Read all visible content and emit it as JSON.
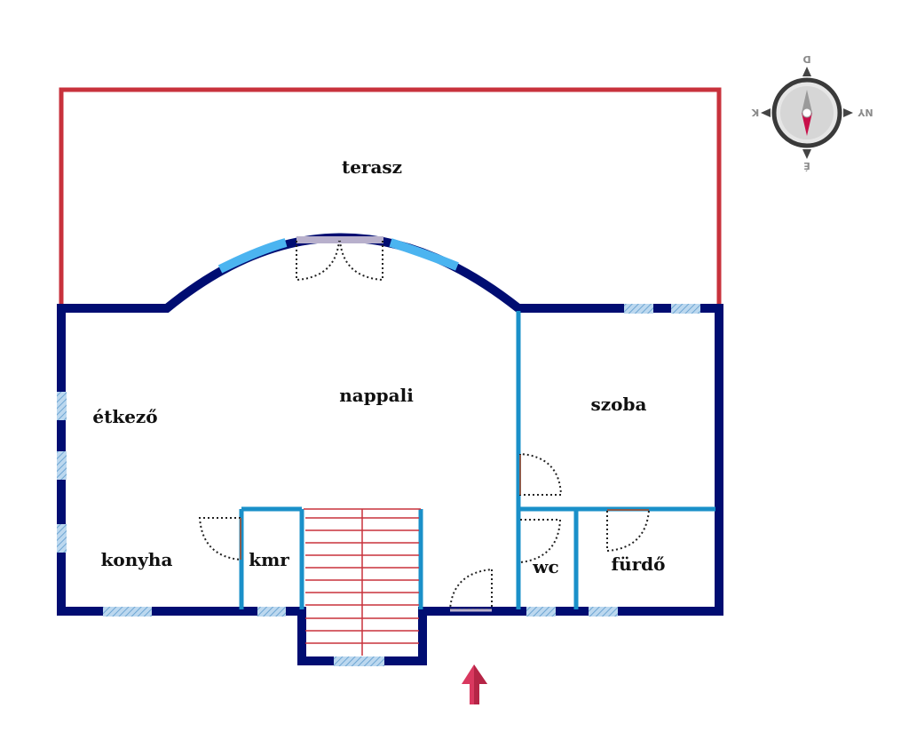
{
  "rooms": {
    "terasz": "terasz",
    "nappali": "nappali",
    "etkezo": "étkező",
    "szoba": "szoba",
    "konyha": "konyha",
    "kmr": "kmr",
    "wc": "wc",
    "furdo": "fürdő"
  },
  "compass": {
    "north": "D",
    "south": "É",
    "west": "K",
    "east": "NY"
  },
  "colors": {
    "outer_wall": "#000d72",
    "inner_wall": "#1a90c9",
    "terrace_outline": "#c8323c",
    "stairs": "#c8323c",
    "window": "#9cc4e4",
    "arc_window": "#4bb4f0",
    "entrance_arrow": "#d9385f"
  },
  "icons": {
    "compass": "compass-rose-icon",
    "entrance": "entrance-arrow-icon"
  }
}
